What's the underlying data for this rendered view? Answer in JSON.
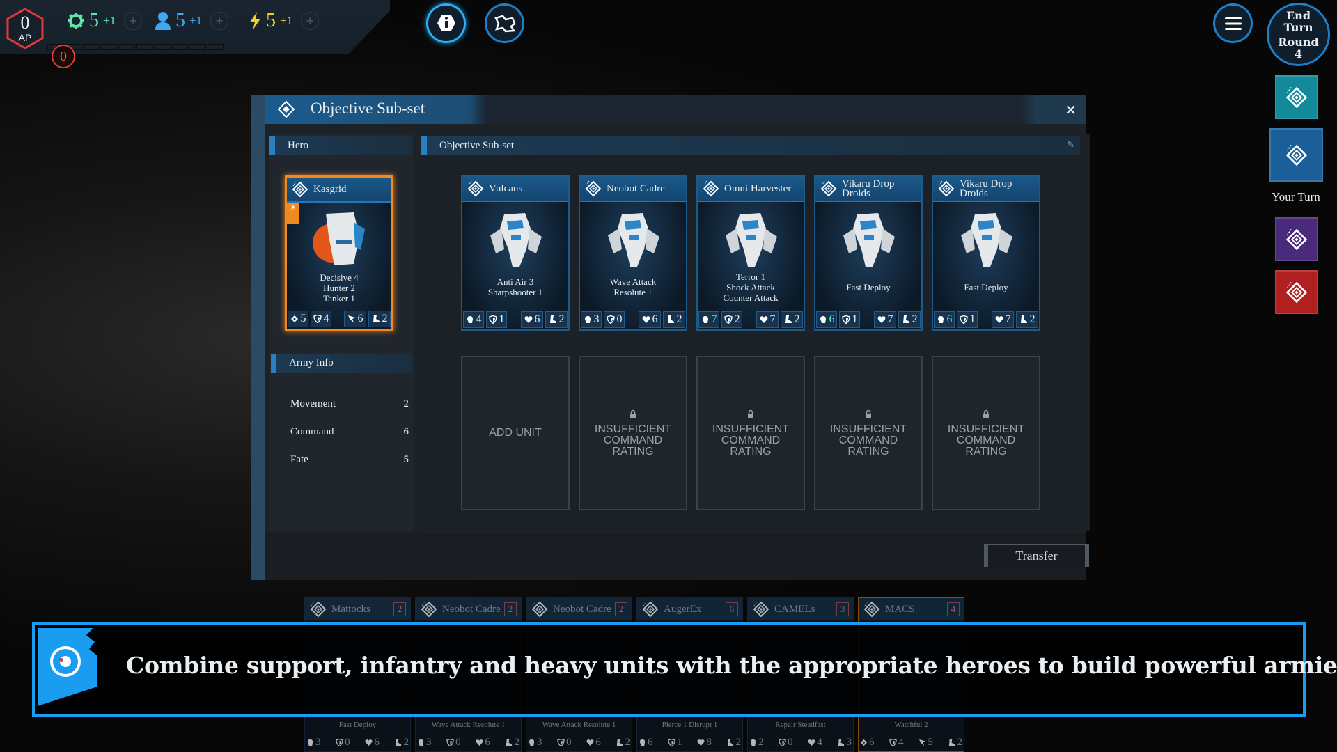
{
  "hud": {
    "ap_value": "0",
    "ap_label": "AP",
    "alert_count": "0",
    "resources": [
      {
        "icon": "gear-icon",
        "value": "5",
        "increment": "+1",
        "color": "#5ee6a8"
      },
      {
        "icon": "person-icon",
        "value": "5",
        "increment": "+1",
        "color": "#3fa6f0"
      },
      {
        "icon": "lightning-icon",
        "value": "5",
        "increment": "+1",
        "color": "#f0d020"
      }
    ],
    "plus_label": "+",
    "end_turn": {
      "line1": "End",
      "line2": "Turn",
      "line3": "Round",
      "round": "4"
    },
    "your_turn": "Your Turn",
    "player_colors": [
      "#138a9a",
      "#1a5f9a",
      "#4a2a7a",
      "#b02020"
    ]
  },
  "modal": {
    "title": "Objective Sub-set",
    "close": "×",
    "hero_header": "Hero",
    "subset_header": "Objective Sub-set",
    "army_header": "Army Info",
    "hero": {
      "name": "Kasgrid",
      "traits": [
        "Decisive 4",
        "Hunter 2",
        "Tanker 1"
      ],
      "stats": [
        "5",
        "4",
        "6",
        "2"
      ]
    },
    "units": [
      {
        "name": "Vulcans",
        "traits": [
          "Anti Air 3",
          "Sharpshooter 1"
        ],
        "stats": [
          "4",
          "1",
          "6",
          "2"
        ]
      },
      {
        "name": "Neobot Cadre",
        "traits": [
          "Wave Attack",
          "Resolute 1"
        ],
        "stats": [
          "3",
          "0",
          "6",
          "2"
        ]
      },
      {
        "name": "Omni Harvester",
        "traits": [
          "Terror 1",
          "Shock Attack",
          "Counter Attack"
        ],
        "stats": [
          "7",
          "2",
          "7",
          "2"
        ]
      },
      {
        "name": "Vikaru Drop Droids",
        "traits": [
          "Fast Deploy"
        ],
        "stats": [
          "6",
          "1",
          "7",
          "2"
        ]
      },
      {
        "name": "Vikaru Drop Droids",
        "traits": [
          "Fast Deploy"
        ],
        "stats": [
          "6",
          "1",
          "7",
          "2"
        ]
      }
    ],
    "slots": [
      {
        "locked": false,
        "label": "ADD UNIT"
      },
      {
        "locked": true,
        "label": "INSUFFICIENT COMMAND RATING"
      },
      {
        "locked": true,
        "label": "INSUFFICIENT COMMAND RATING"
      },
      {
        "locked": true,
        "label": "INSUFFICIENT COMMAND RATING"
      },
      {
        "locked": true,
        "label": "INSUFFICIENT COMMAND RATING"
      }
    ],
    "army_info": [
      {
        "label": "Movement",
        "value": "2"
      },
      {
        "label": "Command",
        "value": "6"
      },
      {
        "label": "Fate",
        "value": "5"
      }
    ],
    "transfer": "Transfer"
  },
  "tray": [
    {
      "name": "Mattocks",
      "cost": "2",
      "traits": "Fast Deploy",
      "stats": [
        "3",
        "0",
        "6",
        "2"
      ],
      "hero": false
    },
    {
      "name": "Neobot Cadre",
      "cost": "2",
      "traits": "Wave Attack Resolute 1",
      "stats": [
        "3",
        "0",
        "6",
        "2"
      ],
      "hero": false
    },
    {
      "name": "Neobot Cadre",
      "cost": "2",
      "traits": "Wave Attack Resolute 1",
      "stats": [
        "3",
        "0",
        "6",
        "2"
      ],
      "hero": false
    },
    {
      "name": "AugerEx",
      "cost": "6",
      "traits": "Pierce 1 Disrupt 1",
      "stats": [
        "6",
        "1",
        "8",
        "2"
      ],
      "hero": false
    },
    {
      "name": "CAMELs",
      "cost": "3",
      "traits": "Repair Steadfast",
      "stats": [
        "2",
        "0",
        "4",
        "3"
      ],
      "hero": false
    },
    {
      "name": "MACS",
      "cost": "4",
      "traits": "Watchful 2",
      "stats": [
        "6",
        "4",
        "5",
        "2"
      ],
      "hero": true
    }
  ],
  "banner": {
    "text": "Combine support, infantry and heavy units with the appropriate heroes to build powerful armies"
  }
}
